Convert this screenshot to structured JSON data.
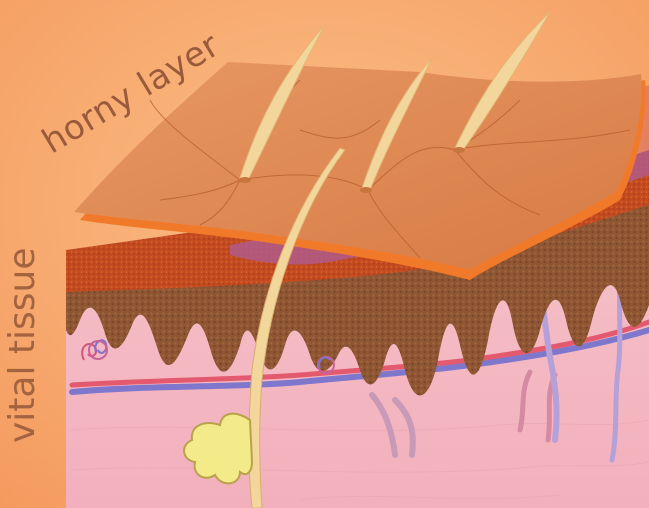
{
  "labels": {
    "horny_layer": "horny layer",
    "vital_tissue": "vital tissue"
  },
  "colors": {
    "background": "#f6a66e",
    "horny_layer": "#e08a52",
    "horny_edge": "#f07a2a",
    "epidermis_top": "#c24a1e",
    "dermis_pink": "#f3bcc4",
    "papillae_brown": "#8a5030",
    "hair": "#f2d59a",
    "label_text": "#9a5a3c",
    "artery": "#e25b6a",
    "vein": "#8a7fd0"
  },
  "parts": [
    "horny-layer",
    "epidermis",
    "dermis",
    "hair",
    "sebaceous-gland",
    "blood-vessels"
  ]
}
